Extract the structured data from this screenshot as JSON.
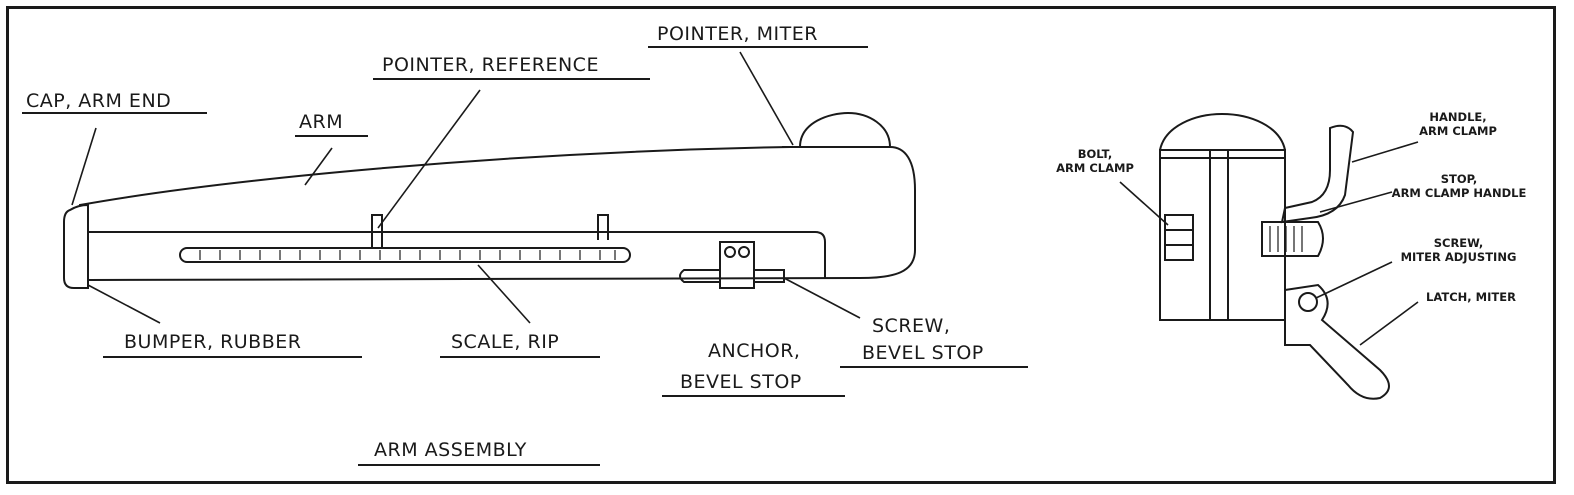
{
  "diagram": {
    "title": "ARM ASSEMBLY",
    "left_labels": {
      "cap_arm_end": "CAP, ARM END",
      "arm": "ARM",
      "pointer_reference": "POINTER, REFERENCE",
      "pointer_miter": "POINTER, MITER",
      "bumper_rubber": "BUMPER, RUBBER",
      "scale_rip": "SCALE, RIP",
      "anchor_bevel_stop_line1": "ANCHOR,",
      "anchor_bevel_stop_line2": "BEVEL STOP",
      "screw_bevel_stop_line1": "SCREW,",
      "screw_bevel_stop_line2": "BEVEL STOP"
    },
    "right_labels": {
      "bolt_arm_clamp_line1": "BOLT,",
      "bolt_arm_clamp_line2": "ARM CLAMP",
      "handle_arm_clamp_line1": "HANDLE,",
      "handle_arm_clamp_line2": "ARM CLAMP",
      "stop_arm_clamp_handle_line1": "STOP,",
      "stop_arm_clamp_handle_line2": "ARM CLAMP HANDLE",
      "screw_miter_adjusting_line1": "SCREW,",
      "screw_miter_adjusting_line2": "MITER ADJUSTING",
      "latch_miter": "LATCH, MITER"
    }
  }
}
